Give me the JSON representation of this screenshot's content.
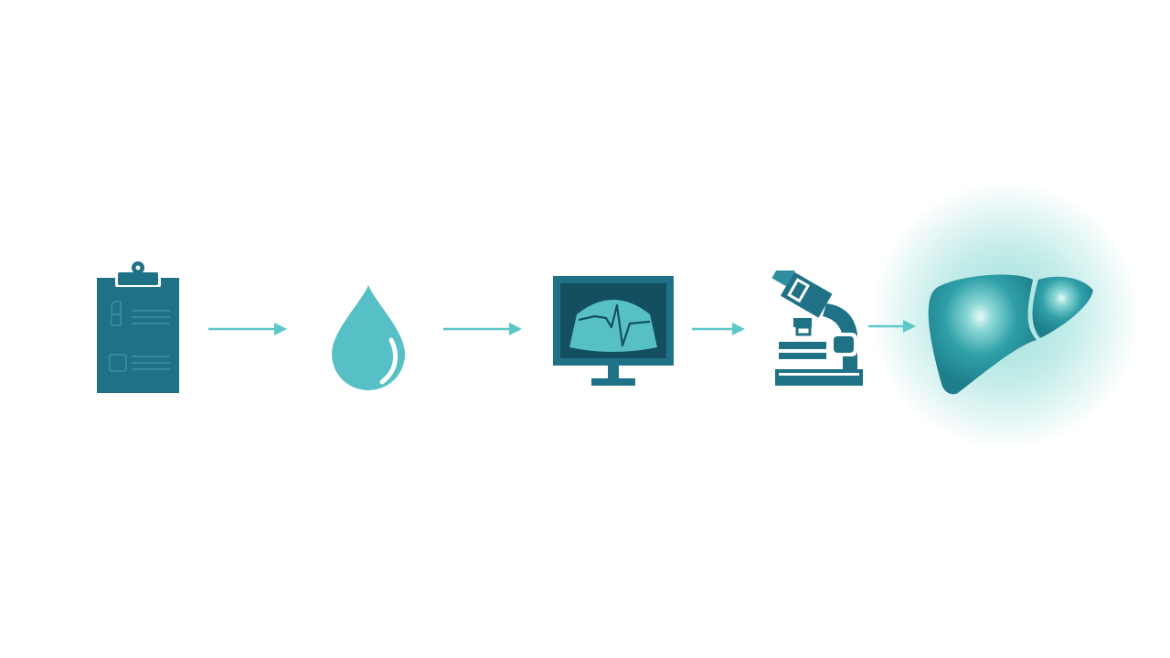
{
  "diagram": {
    "type": "flow",
    "steps": [
      {
        "id": "clipboard",
        "icon": "clipboard-icon"
      },
      {
        "id": "blood-drop",
        "icon": "blood-drop-icon"
      },
      {
        "id": "ultrasound",
        "icon": "ultrasound-monitor-icon"
      },
      {
        "id": "microscope",
        "icon": "microscope-icon"
      },
      {
        "id": "liver",
        "icon": "liver-icon",
        "highlighted": true
      }
    ],
    "connectors": 4
  },
  "colors": {
    "dark_teal": "#1f7185",
    "teal": "#2f8fa0",
    "light_teal": "#57c0c6",
    "arrow": "#5cc6c8",
    "glow": "#50c8be",
    "background": "#ffffff"
  }
}
